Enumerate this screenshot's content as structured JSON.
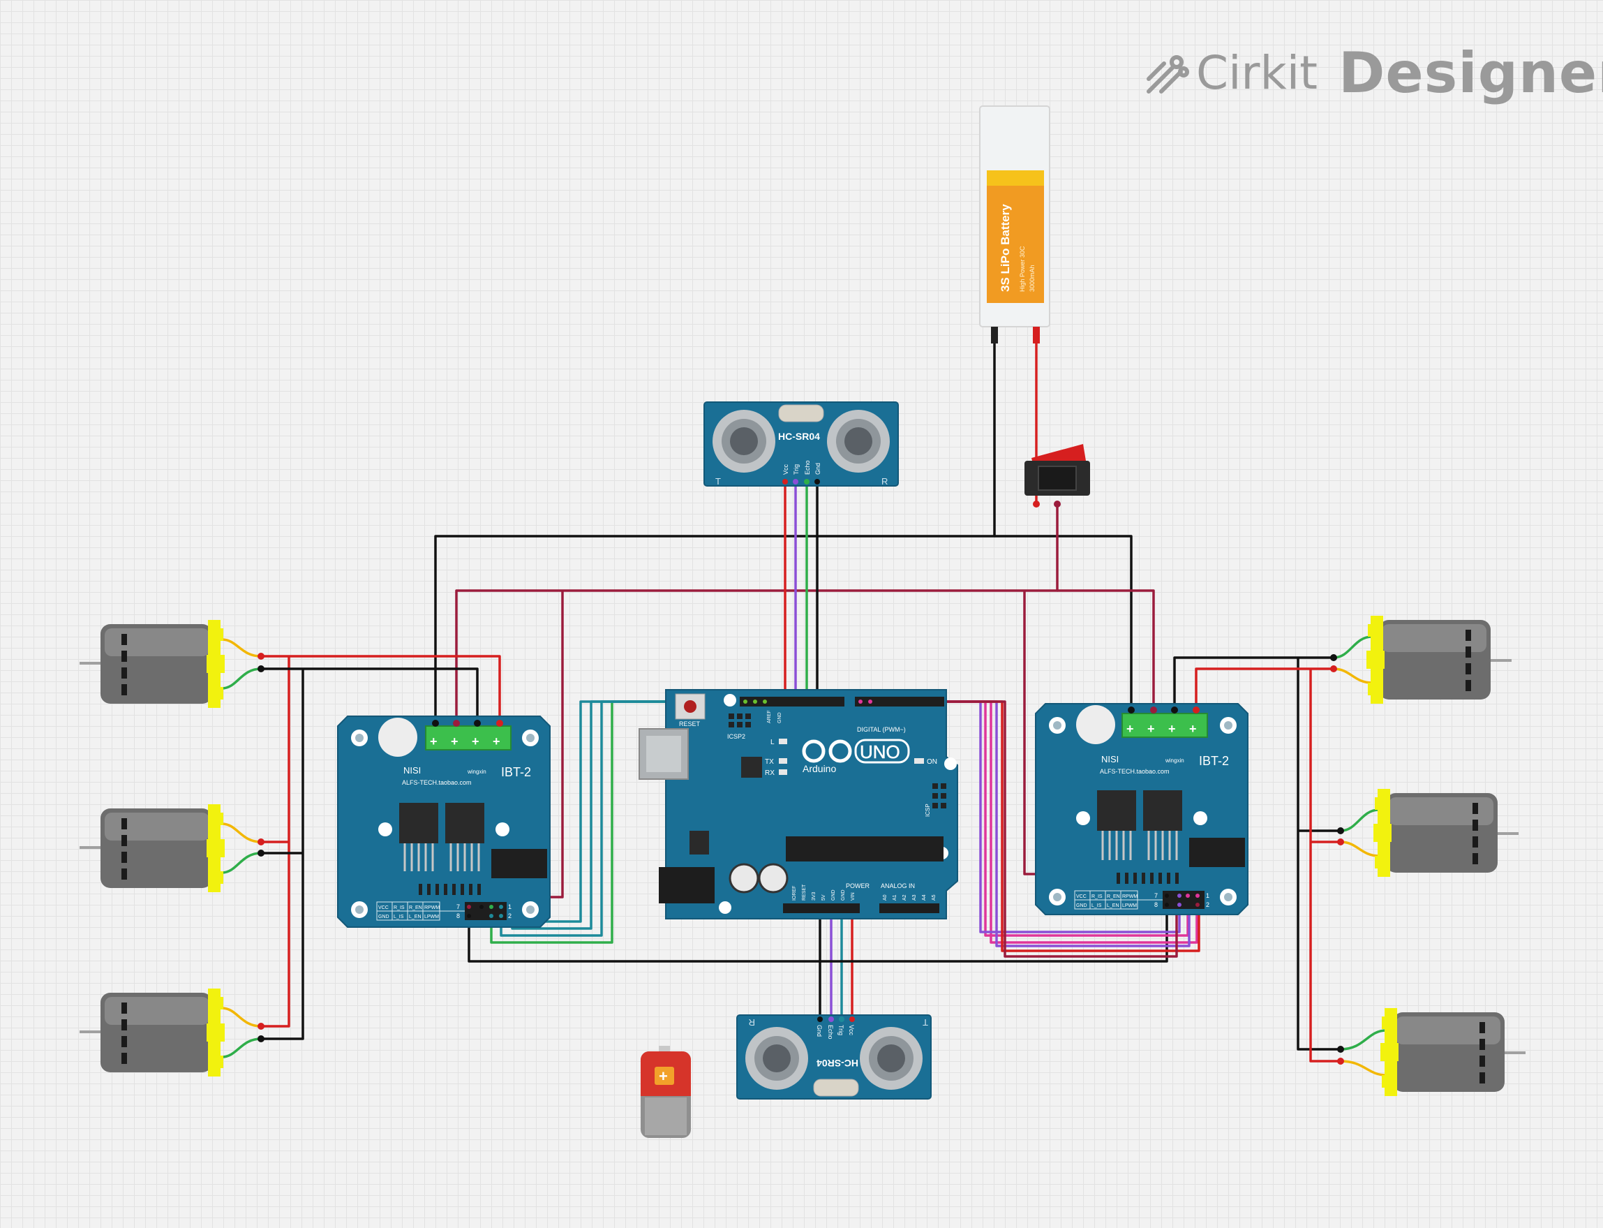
{
  "app": {
    "brand_name": "Cirkit",
    "product_name": "Designer"
  },
  "battery_pack": {
    "title": "3S LiPo Battery",
    "sub1": "High Power 30C",
    "sub2": "3000mAh"
  },
  "ultrasonic_top": {
    "model": "HC-SR04",
    "pins": [
      "Vcc",
      "Trig",
      "Echo",
      "Gnd"
    ],
    "t": "T",
    "r": "R"
  },
  "ultrasonic_bottom": {
    "model": "HC-SR04",
    "pins": [
      "Vcc",
      "Trig",
      "Echo",
      "Gnd"
    ],
    "t": "T",
    "r": "R"
  },
  "driver_left": {
    "model": "IBT-2",
    "maker": "NISI",
    "url": "ALFS-TECH.taobao.com",
    "brand": "wingxin",
    "pin_row1": [
      "VCC",
      "R_IS",
      "R_EN",
      "RPWM"
    ],
    "pin_row2": [
      "GND",
      "L_IS",
      "L_EN",
      "LPWM"
    ],
    "n1": "7",
    "n2": "8",
    "n3": "1",
    "n4": "2"
  },
  "driver_right": {
    "model": "IBT-2",
    "maker": "NISI",
    "url": "ALFS-TECH.taobao.com",
    "brand": "wingxin",
    "pin_row1": [
      "VCC",
      "R_IS",
      "R_EN",
      "RPWM"
    ],
    "pin_row2": [
      "GND",
      "L_IS",
      "L_EN",
      "LPWM"
    ],
    "n1": "7",
    "n2": "8",
    "n3": "1",
    "n4": "2"
  },
  "arduino": {
    "brand": "UNO",
    "name": "Arduino",
    "reset": "RESET",
    "icsp2": "ICSP2",
    "icsp": "ICSP",
    "on": "ON",
    "l": "L",
    "tx": "TX",
    "rx": "RX",
    "digital": "DIGITAL (PWM~)",
    "aref": "AREF",
    "gnd": "GND",
    "power": "POWER",
    "analog": "ANALOG IN",
    "power_pins": [
      "IOREF",
      "RESET",
      "3V3",
      "5V",
      "GND",
      "GND",
      "VIN"
    ],
    "analog_pins": [
      "A0",
      "A1",
      "A2",
      "A3",
      "A4",
      "A5"
    ]
  },
  "colors": {
    "board": "#1a6f95",
    "wire_red": "#d61f1f",
    "wire_black": "#111111",
    "wire_maroon": "#9b1c3c",
    "wire_green": "#2fae4a",
    "wire_yellow": "#f2b705",
    "wire_purple": "#8a4fd6",
    "wire_teal": "#1d8a9a",
    "wire_pink": "#e0359a"
  }
}
